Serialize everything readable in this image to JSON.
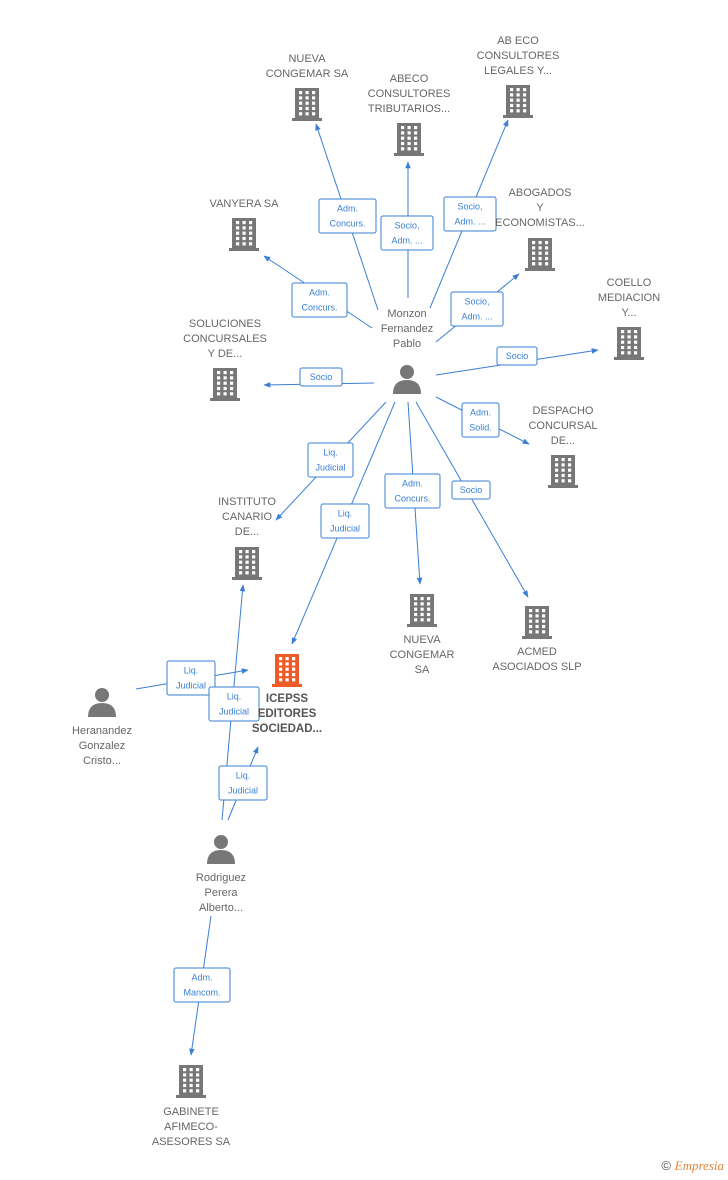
{
  "colors": {
    "edge": "#3a7fd5",
    "building": "#777777",
    "focus_building": "#f05a28",
    "person": "#777777"
  },
  "nodes": {
    "monzon": {
      "type": "person",
      "lines": [
        "Monzon",
        "Fernandez",
        "Pablo"
      ]
    },
    "heranandez": {
      "type": "person",
      "lines": [
        "Heranandez",
        "Gonzalez",
        "Cristo..."
      ]
    },
    "rodriguez": {
      "type": "person",
      "lines": [
        "Rodriguez",
        "Perera",
        "Alberto..."
      ]
    },
    "icepss": {
      "type": "company",
      "focus": true,
      "lines": [
        "ICEPSS",
        "EDITORES",
        "SOCIEDAD..."
      ]
    },
    "nueva_congemar_top": {
      "type": "company",
      "lines": [
        "NUEVA",
        "CONGEMAR SA"
      ]
    },
    "abeco_tributarios": {
      "type": "company",
      "lines": [
        "ABECO",
        "CONSULTORES",
        "TRIBUTARIOS..."
      ]
    },
    "abeco_legales": {
      "type": "company",
      "lines": [
        "AB ECO",
        "CONSULTORES",
        "LEGALES Y..."
      ]
    },
    "vanyera": {
      "type": "company",
      "lines": [
        "VANYERA SA"
      ]
    },
    "abogados": {
      "type": "company",
      "lines": [
        "ABOGADOS",
        "Y",
        "ECONOMISTAS..."
      ]
    },
    "coello": {
      "type": "company",
      "lines": [
        "COELLO",
        "MEDIACION",
        "Y..."
      ]
    },
    "soluciones": {
      "type": "company",
      "lines": [
        "SOLUCIONES",
        "CONCURSALES",
        "Y DE..."
      ]
    },
    "despacho": {
      "type": "company",
      "lines": [
        "DESPACHO",
        "CONCURSAL",
        "DE..."
      ]
    },
    "instituto": {
      "type": "company",
      "lines": [
        "INSTITUTO",
        "CANARIO",
        "DE..."
      ]
    },
    "nueva_congemar_bottom": {
      "type": "company",
      "lines": [
        "NUEVA",
        "CONGEMAR",
        "SA"
      ]
    },
    "acmed": {
      "type": "company",
      "lines": [
        "ACMED",
        "ASOCIADOS  SLP"
      ]
    },
    "gabinete": {
      "type": "company",
      "lines": [
        "GABINETE",
        "AFIMECO-",
        "ASESORES SA"
      ]
    }
  },
  "edges": [
    {
      "from": "monzon",
      "to": "nueva_congemar_top",
      "label": [
        "Adm.",
        "Concurs."
      ]
    },
    {
      "from": "monzon",
      "to": "abeco_tributarios",
      "label": [
        "Socio,",
        "Adm. ..."
      ]
    },
    {
      "from": "monzon",
      "to": "abeco_legales",
      "label": [
        "Socio,",
        "Adm. ..."
      ]
    },
    {
      "from": "monzon",
      "to": "vanyera",
      "label": [
        "Adm.",
        "Concurs."
      ]
    },
    {
      "from": "monzon",
      "to": "abogados",
      "label": [
        "Socio,",
        "Adm. ..."
      ]
    },
    {
      "from": "monzon",
      "to": "coello",
      "label": [
        "Socio"
      ]
    },
    {
      "from": "monzon",
      "to": "soluciones",
      "label": [
        "Socio"
      ]
    },
    {
      "from": "monzon",
      "to": "despacho",
      "label": [
        "Adm.",
        "Solid."
      ]
    },
    {
      "from": "monzon",
      "to": "instituto",
      "label": [
        "Liq.",
        "Judicial"
      ]
    },
    {
      "from": "monzon",
      "to": "icepss",
      "label": [
        "Liq.",
        "Judicial"
      ]
    },
    {
      "from": "monzon",
      "to": "nueva_congemar_bottom",
      "label": [
        "Adm.",
        "Concurs."
      ]
    },
    {
      "from": "monzon",
      "to": "acmed",
      "label": [
        "Socio"
      ]
    },
    {
      "from": "heranandez",
      "to": "icepss",
      "label": [
        "Liq.",
        "Judicial"
      ]
    },
    {
      "from": "rodriguez",
      "to": "instituto",
      "label": [
        "Liq.",
        "Judicial"
      ]
    },
    {
      "from": "rodriguez",
      "to": "icepss",
      "label": [
        "Liq.",
        "Judicial"
      ]
    },
    {
      "from": "rodriguez",
      "to": "gabinete",
      "label": [
        "Adm.",
        "Mancom."
      ]
    }
  ],
  "footer": {
    "copyright_symbol": "©",
    "brand": "Empresia"
  }
}
